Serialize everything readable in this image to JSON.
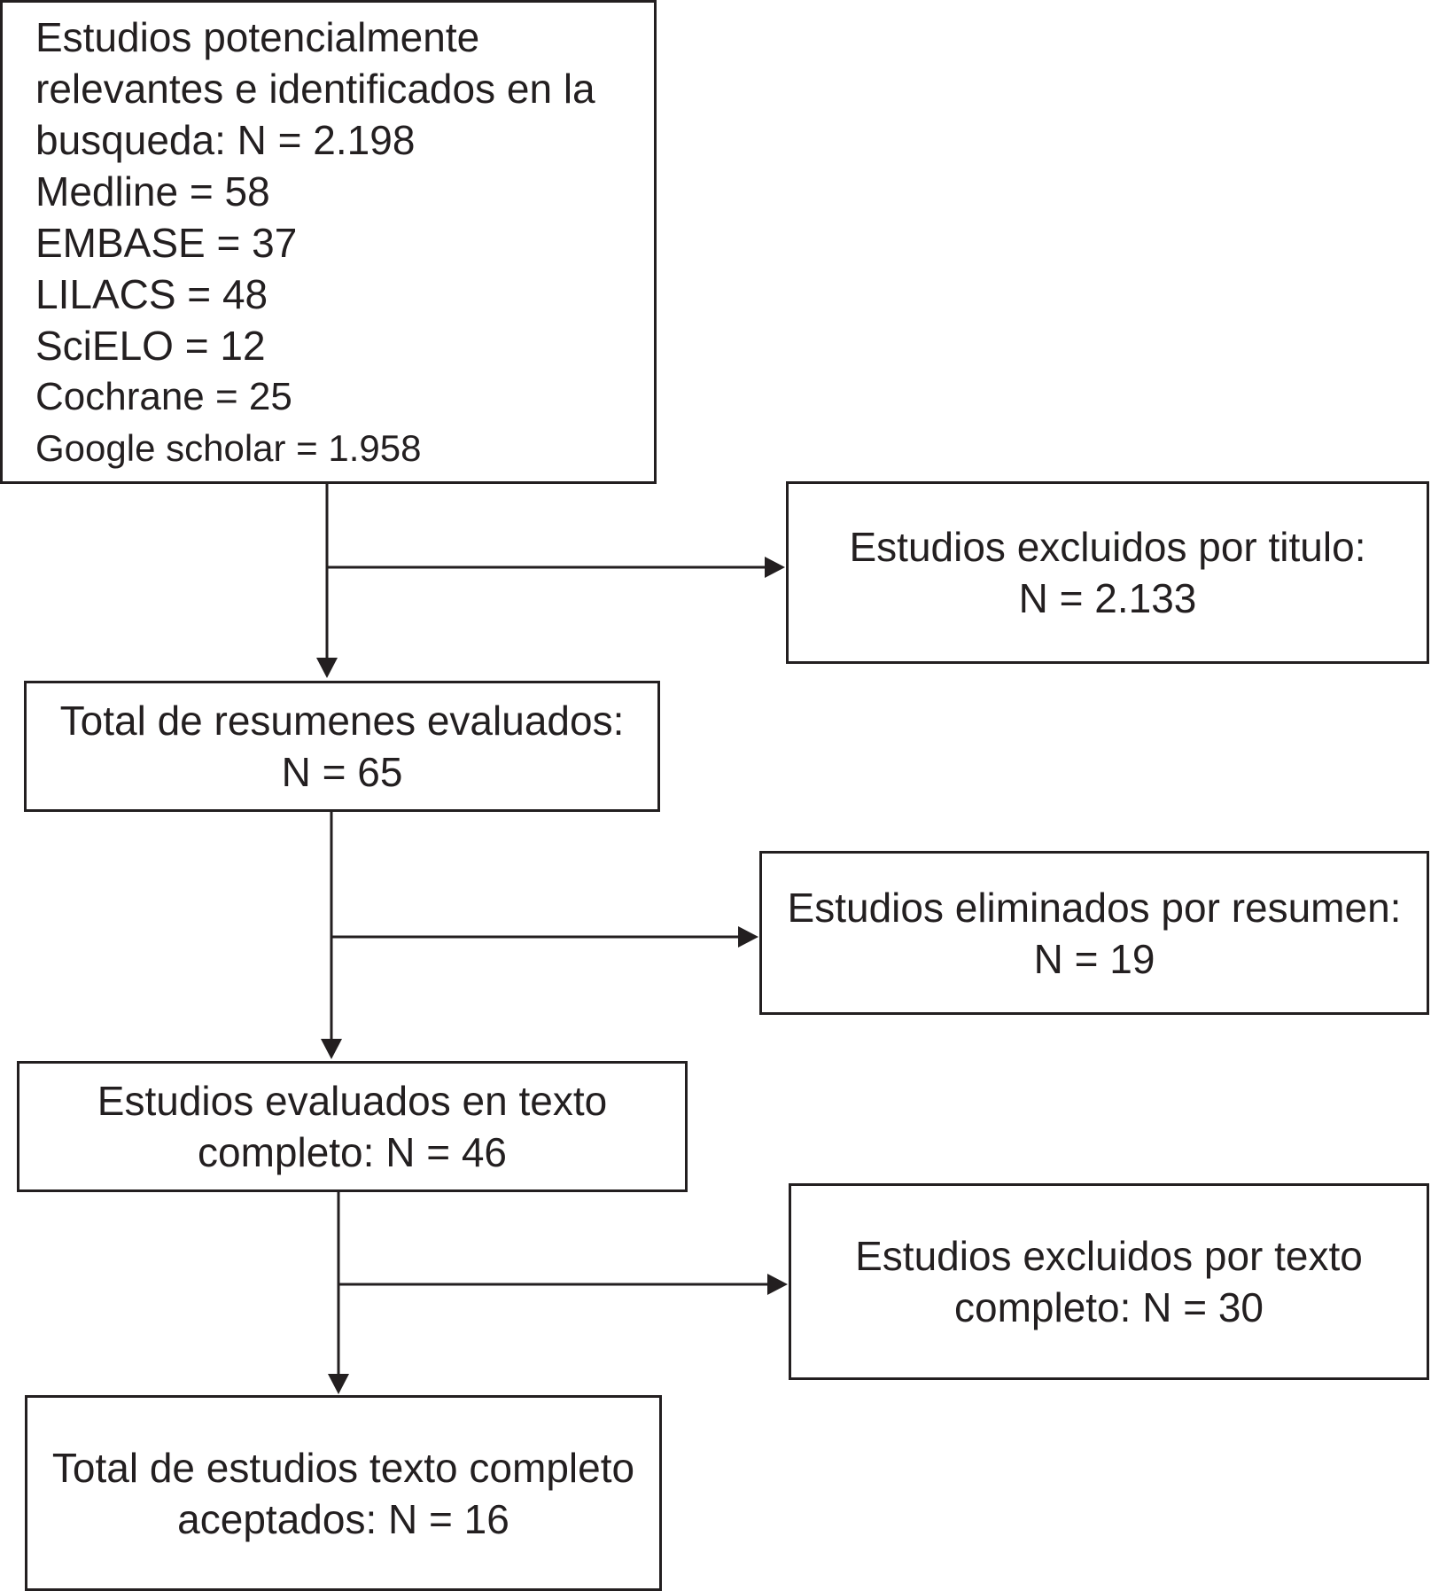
{
  "search": {
    "lines": [
      "Estudios potencialmente",
      "relevantes e identificados en la",
      "busqueda: N = 2.198",
      "Medline = 58",
      "EMBASE = 37",
      "LILACS = 48",
      "SciELO = 12",
      "Cochrane = 25",
      "Google scholar = 1.958"
    ]
  },
  "title_excluded": {
    "lines": [
      "Estudios excluidos por titulo:",
      "N = 2.133"
    ]
  },
  "abstracts": {
    "lines": [
      "Total de resumenes evaluados:",
      "N = 65"
    ]
  },
  "abstract_eliminated": {
    "lines": [
      "Estudios eliminados por resumen:",
      "N = 19"
    ]
  },
  "fulltext": {
    "lines": [
      "Estudios evaluados en texto",
      "completo: N = 46"
    ]
  },
  "fulltext_excluded": {
    "lines": [
      "Estudios excluidos por texto",
      "completo: N = 30"
    ]
  },
  "final": {
    "lines": [
      "Total de estudios texto completo",
      "aceptados: N = 16"
    ]
  },
  "colors": {
    "stroke": "#231f20",
    "background": "#ffffff"
  }
}
